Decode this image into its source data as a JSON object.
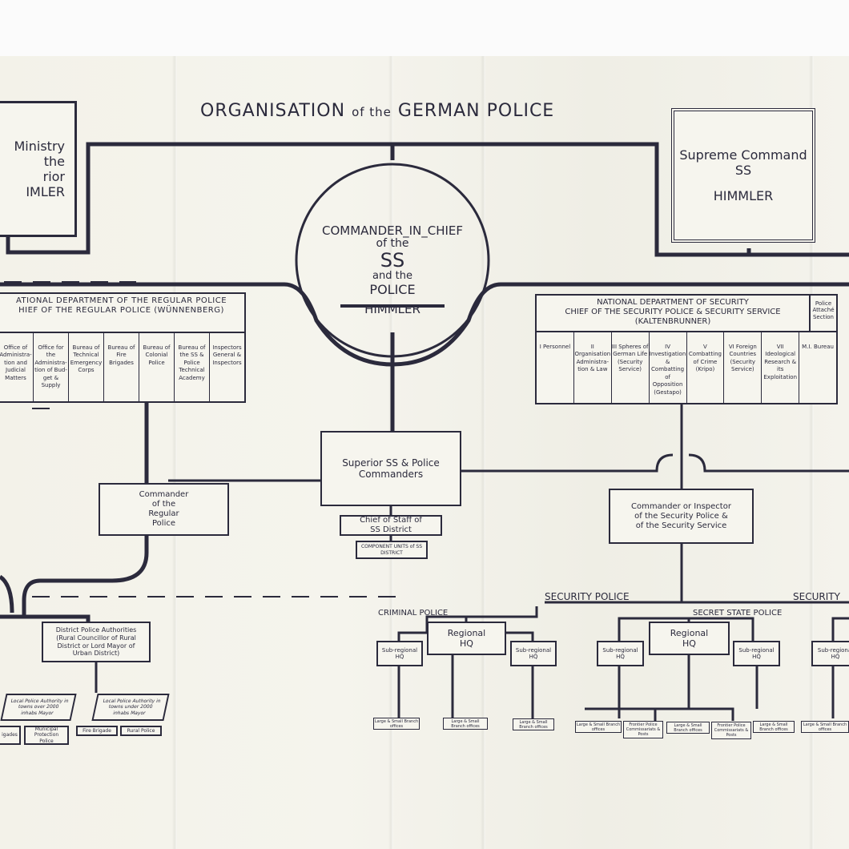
{
  "title": {
    "a": "ORGANISATION",
    "b": "of the",
    "c": "GERMAN POLICE"
  },
  "ministry": {
    "l1": "Ministry",
    "l2": "the",
    "l3": "rior",
    "l4": "IMLER"
  },
  "supreme": {
    "l1": "Supreme Command",
    "l2": "SS",
    "l3": "HIMMLER"
  },
  "cinc": {
    "l1": "COMMANDER_IN_CHIEF",
    "l2": "of the",
    "l3": "SS",
    "l4": "and the",
    "l5": "POLICE",
    "l6": "HIMMLER"
  },
  "regular": {
    "h1": "ATIONAL DEPARTMENT OF THE REGULAR POLICE",
    "h2": "HIEF OF THE REGULAR POLICE (WÜNNENBERG)",
    "cols": [
      "Office of Administra-tion and Judicial Matters",
      "Office for the Administra-tion of Bud-get & Supply",
      "Bureau of Technical Emergency Corps",
      "Bureau of Fire Brigades",
      "Bureau of Colonial Police",
      "Bureau of the SS & Police Technical Academy",
      "Inspectors General & Inspectors"
    ]
  },
  "security": {
    "h1": "NATIONAL DEPARTMENT OF SECURITY",
    "h2": "CHIEF OF THE SECURITY POLICE & SECURITY SERVICE",
    "h3": "(KALTENBRUNNER)",
    "attache": "Police Attaché Section",
    "cols": [
      "I Personnel",
      "II Organisation Administra-tion & Law",
      "III Spheres of German Life (Security Service)",
      "IV Investigation & Combatting of Opposition (Gestapo)",
      "V Combatting of Crime (Kripo)",
      "VI Foreign Countries (Security Service)",
      "VII Ideological Research & its Exploitation",
      "M.I. Bureau"
    ]
  },
  "superior": "Superior SS & Police Commanders",
  "chief_staff": "Chief of Staff of SS District",
  "component": "COMPONENT UNITS of SS DISTRICT",
  "cmd_regular": "Commander of the Regular Police",
  "cmd_security": "Commander or Inspector of the Security Police & of the Security Service",
  "district": "District Police Authorities (Rural Councillor of Rural District or Lord Mayor of Urban District)",
  "local_over": "Local Police Authority in towns over 2000 inhabs Mayor",
  "local_under": "Local Police Authority in towns under 2000 inhabs Mayor",
  "brigades": "igades",
  "municipal": "Municipal Protection Police",
  "fire": "Fire Brigade",
  "rural": "Rural Police",
  "sec_police": "SECURITY POLICE",
  "sec_service": "SECURITY",
  "criminal": "CRIMINAL POLICE",
  "secret": "SECRET STATE POLICE",
  "regional": "Regional HQ",
  "subregional": "Sub-regional HQ",
  "branch": "Large & Small Branch offices",
  "frontier": "Frontier Police Commissariats & Posts"
}
